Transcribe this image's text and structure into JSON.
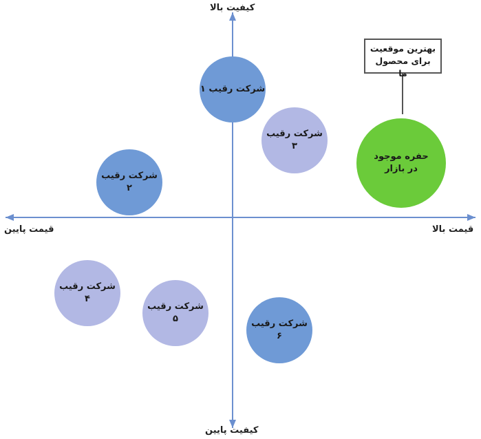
{
  "axes": {
    "top": "کیفیت بالا",
    "bottom": "کیفیت پایین",
    "left": "قیمت پایین",
    "right": "قیمت بالا"
  },
  "colors": {
    "axis": "#6b8fcf",
    "dark_blue": "#6f9ad6",
    "light_blue": "#b2b8e4",
    "green": "#6bcb3a",
    "callout_border": "#555555"
  },
  "competitors": [
    {
      "line1": "شرکت رقیب ۱",
      "line2": ""
    },
    {
      "line1": "شرکت رقیب",
      "line2": "۲"
    },
    {
      "line1": "شرکت رقیب",
      "line2": "۳"
    },
    {
      "line1": "شرکت رقیب",
      "line2": "۴"
    },
    {
      "line1": "شرکت رقیب",
      "line2": "۵"
    },
    {
      "line1": "شرکت رقیب",
      "line2": "۶"
    }
  ],
  "gap": {
    "line1": "حفره موجود",
    "line2": "در بازار"
  },
  "callout": {
    "line1": "بهترین موقعیت",
    "line2": "برای محصول ما"
  }
}
